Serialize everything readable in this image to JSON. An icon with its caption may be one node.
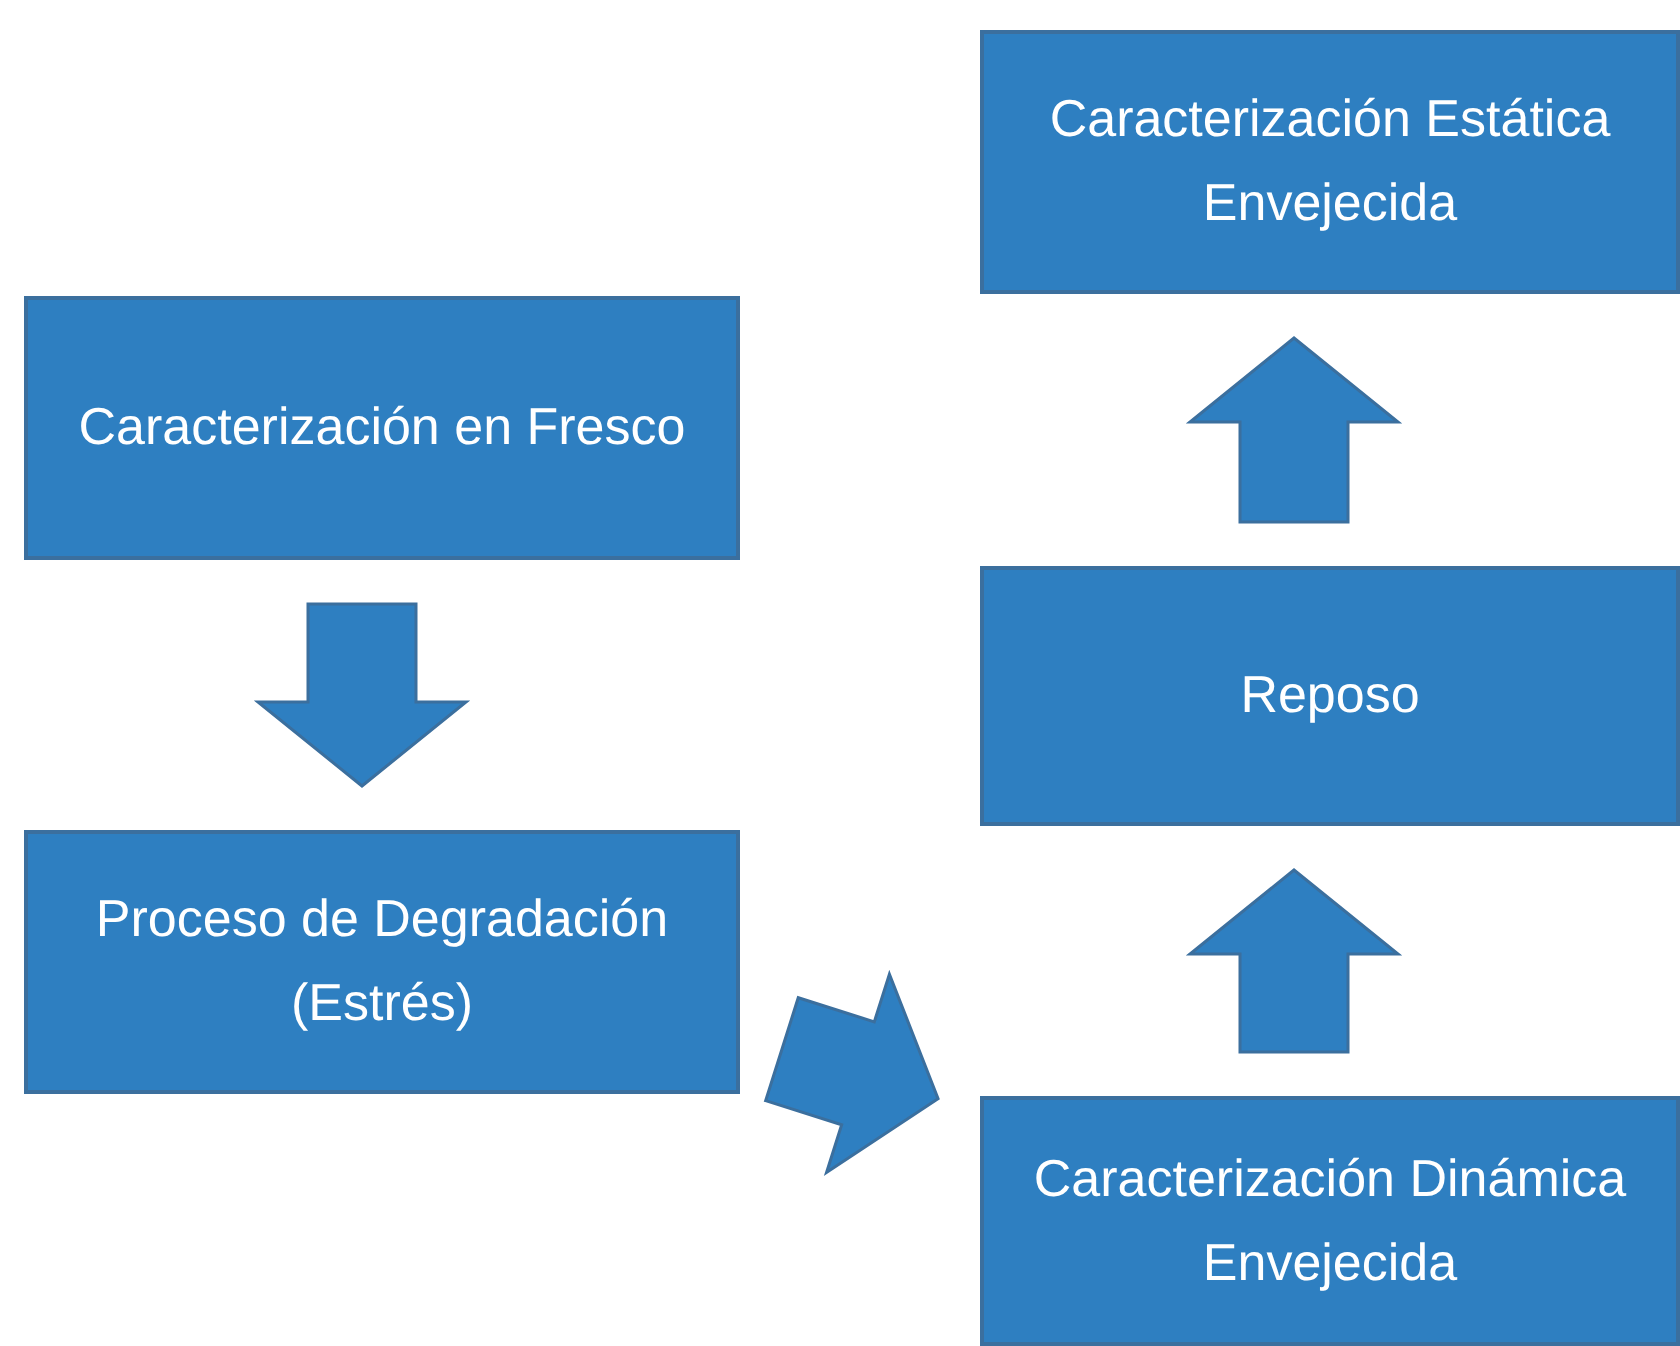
{
  "diagram": {
    "nodes": [
      {
        "text": [
          "Caracterización en Fresco"
        ]
      },
      {
        "text": [
          "Proceso de Degradación (Estrés)"
        ]
      },
      {
        "text": [
          "Caracterización Dinámica Envejecida"
        ]
      },
      {
        "text": [
          "Reposo"
        ]
      },
      {
        "text": [
          "Caracterización Estática Envejecida"
        ]
      }
    ],
    "edges": [
      {
        "from": 0,
        "to": 1,
        "arrow": "to"
      },
      {
        "from": 1,
        "to": 2,
        "arrow": "to"
      },
      {
        "from": 2,
        "to": 3,
        "arrow": "to"
      },
      {
        "from": 3,
        "to": 4,
        "arrow": "to"
      }
    ]
  }
}
